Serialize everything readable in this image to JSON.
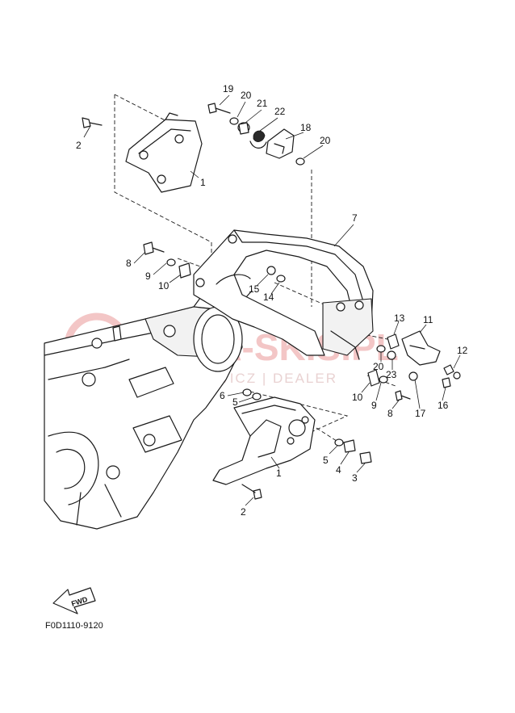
{
  "diagram": {
    "code": "F0D1110-9120",
    "fwd_label": "FWD",
    "watermark": {
      "main": "KIMA-SKIS.PL",
      "sub": "MICHOWICZ | DEALER"
    },
    "callouts": [
      {
        "id": "c2a",
        "label": "2"
      },
      {
        "id": "c1a",
        "label": "1"
      },
      {
        "id": "c19",
        "label": "19"
      },
      {
        "id": "c20a",
        "label": "20"
      },
      {
        "id": "c21",
        "label": "21"
      },
      {
        "id": "c22",
        "label": "22"
      },
      {
        "id": "c18",
        "label": "18"
      },
      {
        "id": "c20b",
        "label": "20"
      },
      {
        "id": "c7",
        "label": "7"
      },
      {
        "id": "c8a",
        "label": "8"
      },
      {
        "id": "c9a",
        "label": "9"
      },
      {
        "id": "c10a",
        "label": "10"
      },
      {
        "id": "c15",
        "label": "15"
      },
      {
        "id": "c14",
        "label": "14"
      },
      {
        "id": "c13",
        "label": "13"
      },
      {
        "id": "c11",
        "label": "11"
      },
      {
        "id": "c12",
        "label": "12"
      },
      {
        "id": "c20c",
        "label": "20"
      },
      {
        "id": "c23",
        "label": "23"
      },
      {
        "id": "c10b",
        "label": "10"
      },
      {
        "id": "c9b",
        "label": "9"
      },
      {
        "id": "c8b",
        "label": "8"
      },
      {
        "id": "c17",
        "label": "17"
      },
      {
        "id": "c16",
        "label": "16"
      },
      {
        "id": "c6",
        "label": "6"
      },
      {
        "id": "c5a",
        "label": "5"
      },
      {
        "id": "c1b",
        "label": "1"
      },
      {
        "id": "c5b",
        "label": "5"
      },
      {
        "id": "c4",
        "label": "4"
      },
      {
        "id": "c3",
        "label": "3"
      },
      {
        "id": "c2b",
        "label": "2"
      }
    ]
  }
}
